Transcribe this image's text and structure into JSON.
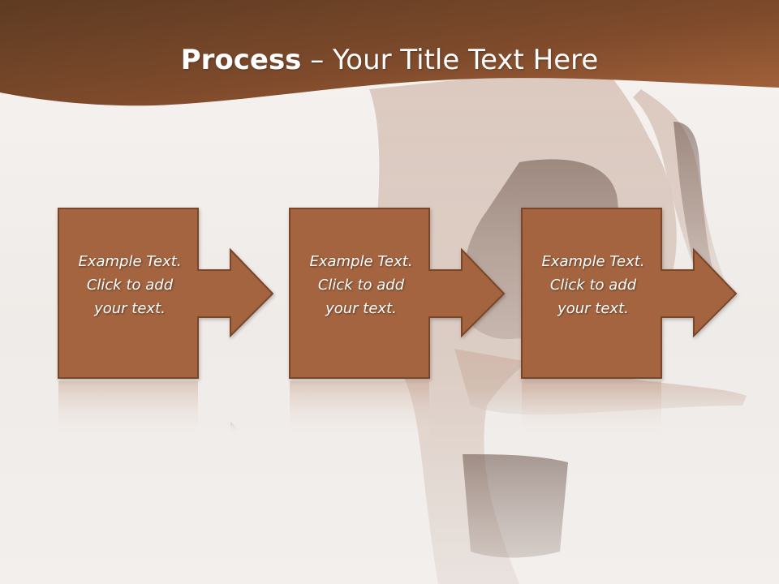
{
  "title": {
    "bold": "Process",
    "rest": " – Your Title Text Here"
  },
  "steps": [
    {
      "line1": "Example Text.",
      "line2": "Click  to add",
      "line3": "your text."
    },
    {
      "line1": "Example Text.",
      "line2": "Click  to add",
      "line3": "your text."
    },
    {
      "line1": "Example Text.",
      "line2": "Click  to add",
      "line3": "your text."
    }
  ],
  "colors": {
    "header_dark": "#5e3b22",
    "header_light": "#a8653c",
    "box_fill": "#a4643f",
    "box_border": "#7a4627",
    "text": "#ffffff"
  }
}
